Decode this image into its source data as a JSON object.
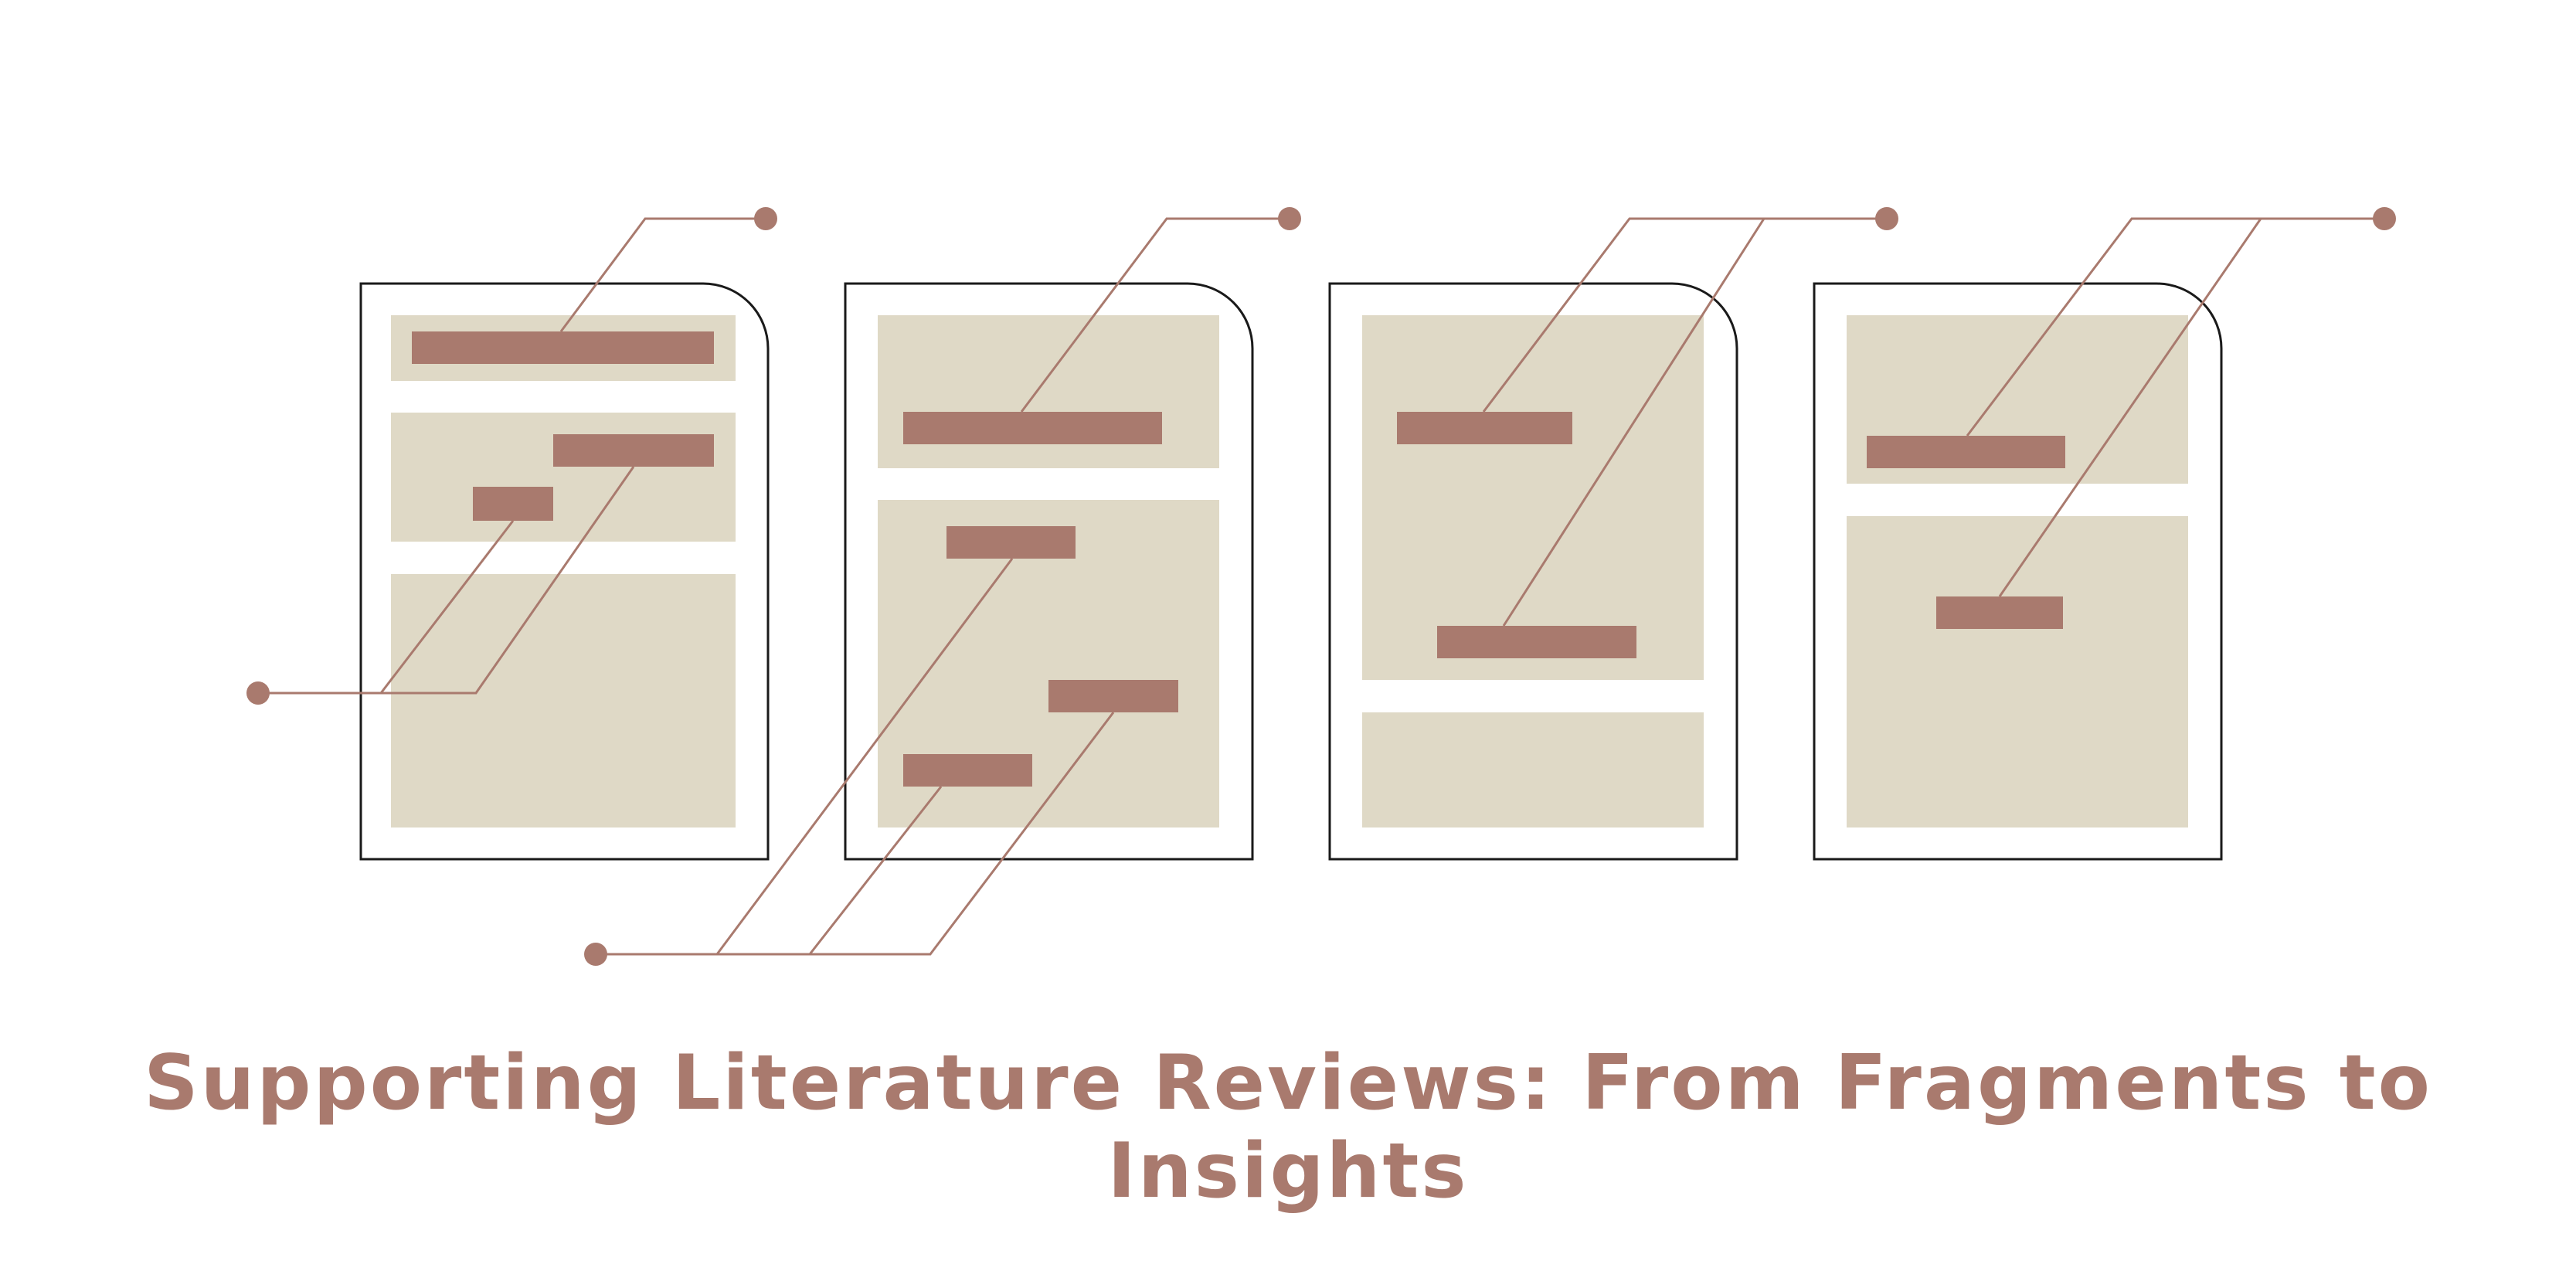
{
  "title": "Supporting Literature Reviews: From Fragments to Insights",
  "colors": {
    "accent": "#a97a6e",
    "panel": "#dfd9c6",
    "outline": "#1a1a1a",
    "background": "#ffffff"
  },
  "documents": [
    {
      "name": "document-1",
      "sections": 3,
      "highlights": 3,
      "links": [
        "top-anchor",
        "left-anchor",
        "left-anchor"
      ]
    },
    {
      "name": "document-2",
      "sections": 2,
      "highlights": 4,
      "links": [
        "top-anchor",
        "bottom-anchor",
        "bottom-anchor",
        "bottom-anchor"
      ]
    },
    {
      "name": "document-3",
      "sections": 2,
      "highlights": 2,
      "links": [
        "top-anchor",
        "top-anchor"
      ]
    },
    {
      "name": "document-4",
      "sections": 2,
      "highlights": 2,
      "links": [
        "top-anchor",
        "top-anchor"
      ]
    }
  ]
}
